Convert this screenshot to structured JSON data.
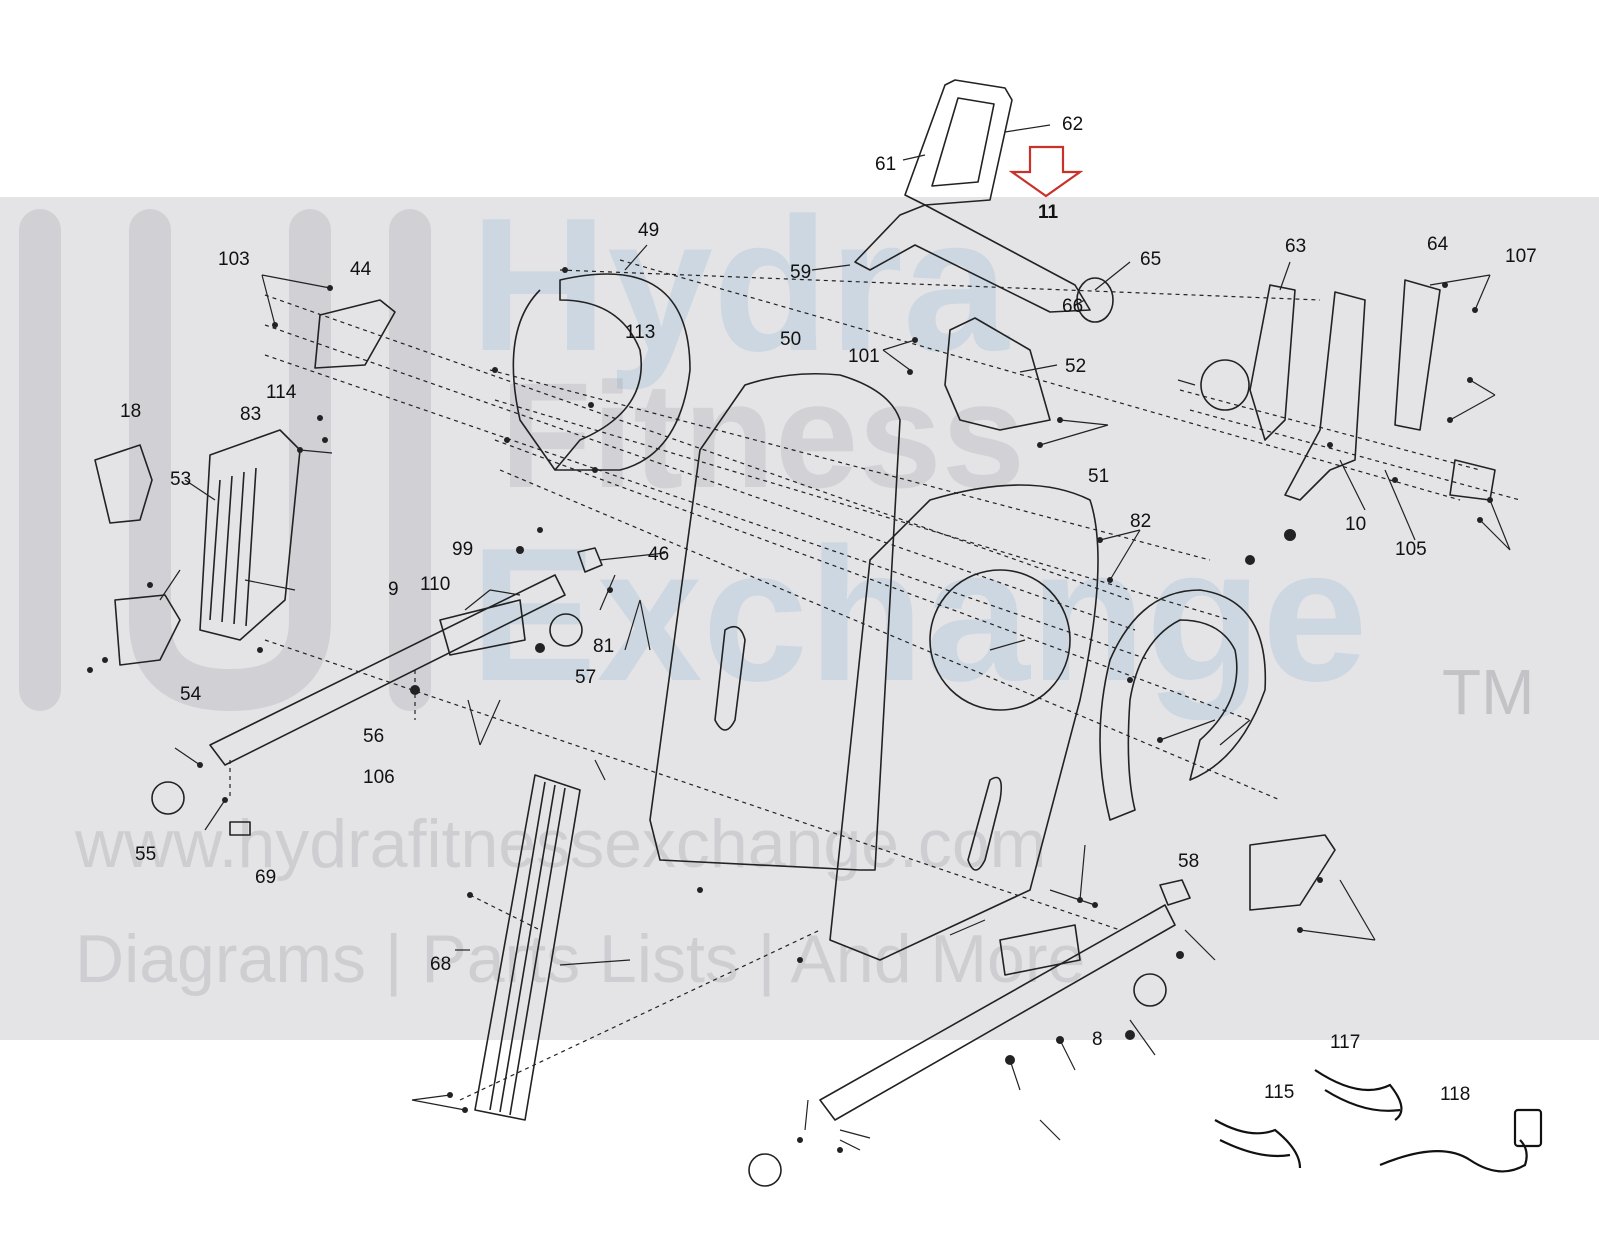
{
  "watermark": {
    "line1": "Hydra",
    "line2": "Fitness",
    "line3": "Exchange",
    "trademark": "TM",
    "url": "www.hydrafitnessexchange.com",
    "tagline": "Diagrams | Parts Lists | And More",
    "band_color": "#e4e4e6",
    "accent_color": "#9cc3de"
  },
  "highlight": {
    "label": "11",
    "arrow_color": "#c8322a"
  },
  "callouts": [
    "61",
    "62",
    "11",
    "59",
    "65",
    "66",
    "49",
    "103",
    "44",
    "113",
    "50",
    "101",
    "52",
    "63",
    "64",
    "107",
    "18",
    "83",
    "114",
    "53",
    "51",
    "82",
    "99",
    "46",
    "9",
    "110",
    "54",
    "57",
    "81",
    "56",
    "106",
    "55",
    "69",
    "68",
    "58",
    "8",
    "115",
    "117",
    "118",
    "10",
    "105"
  ]
}
